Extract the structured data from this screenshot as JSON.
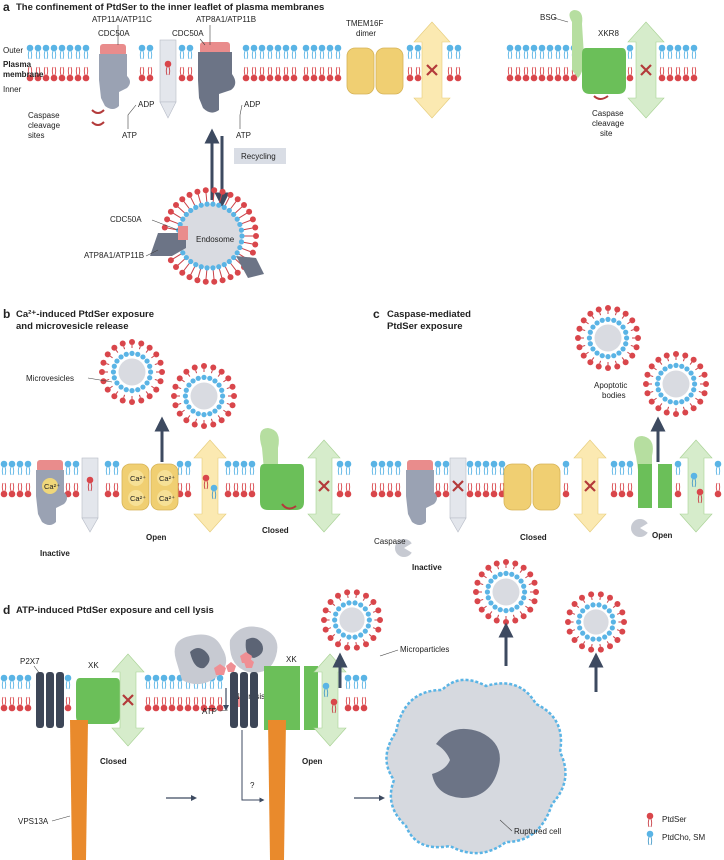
{
  "panels": {
    "a": {
      "letter": "a",
      "title": "The confinement of PtdSer to the inner leaflet of plasma membranes"
    },
    "b": {
      "letter": "b",
      "title_line1": "Ca²⁺-induced PtdSer exposure",
      "title_line2": "and microvesicle release"
    },
    "c": {
      "letter": "c",
      "title_line1": "Caspase-mediated",
      "title_line2": "PtdSer exposure"
    },
    "d": {
      "letter": "d",
      "title": "ATP-induced PtdSer exposure and cell lysis"
    }
  },
  "labels": {
    "outer": "Outer",
    "plasma_line1": "Plasma",
    "plasma_line2": "membrane",
    "inner": "Inner",
    "cdc50a": "CDC50A",
    "atp11": "ATP11A/ATP11C",
    "atp8": "ATP8A1/ATP11B",
    "adp": "ADP",
    "atp": "ATP",
    "caspase_sites_1": "Caspase",
    "caspase_sites_2": "cleavage",
    "caspase_sites_3": "sites",
    "recycling": "Recycling",
    "endosome": "Endosome",
    "tmem_1": "TMEM16F",
    "tmem_2": "dimer",
    "bsg": "BSG",
    "xkr8": "XKR8",
    "caspase_site_1": "Caspase",
    "caspase_site_2": "cleavage",
    "caspase_site_3": "site",
    "microvesicles": "Microvesicles",
    "inactive": "Inactive",
    "open": "Open",
    "closed": "Closed",
    "ca": "Ca²⁺",
    "apoptotic_1": "Apoptotic",
    "apoptotic_2": "bodies",
    "caspase": "Caspase",
    "necrosis": "Necrosis",
    "microparticles": "Microparticles",
    "p2x7": "P2X7",
    "xk": "XK",
    "vps13a": "VPS13A",
    "question": "?",
    "ruptured": "Ruptured cell",
    "legend_ptdser": "PtdSer",
    "legend_ptdcho": "PtdCho, SM"
  },
  "colors": {
    "ptdser": "#d9464b",
    "ptdcho": "#5ab4e5",
    "flippase": "#9aa2b3",
    "cdc50a": "#e98c8c",
    "tmem": "#f0cf72",
    "xkr8": "#6bbf59",
    "bsg": "#b6dea0",
    "p2x7": "#3d4657",
    "vps13a": "#e98a2c",
    "arrow": "#3d4a60"
  }
}
